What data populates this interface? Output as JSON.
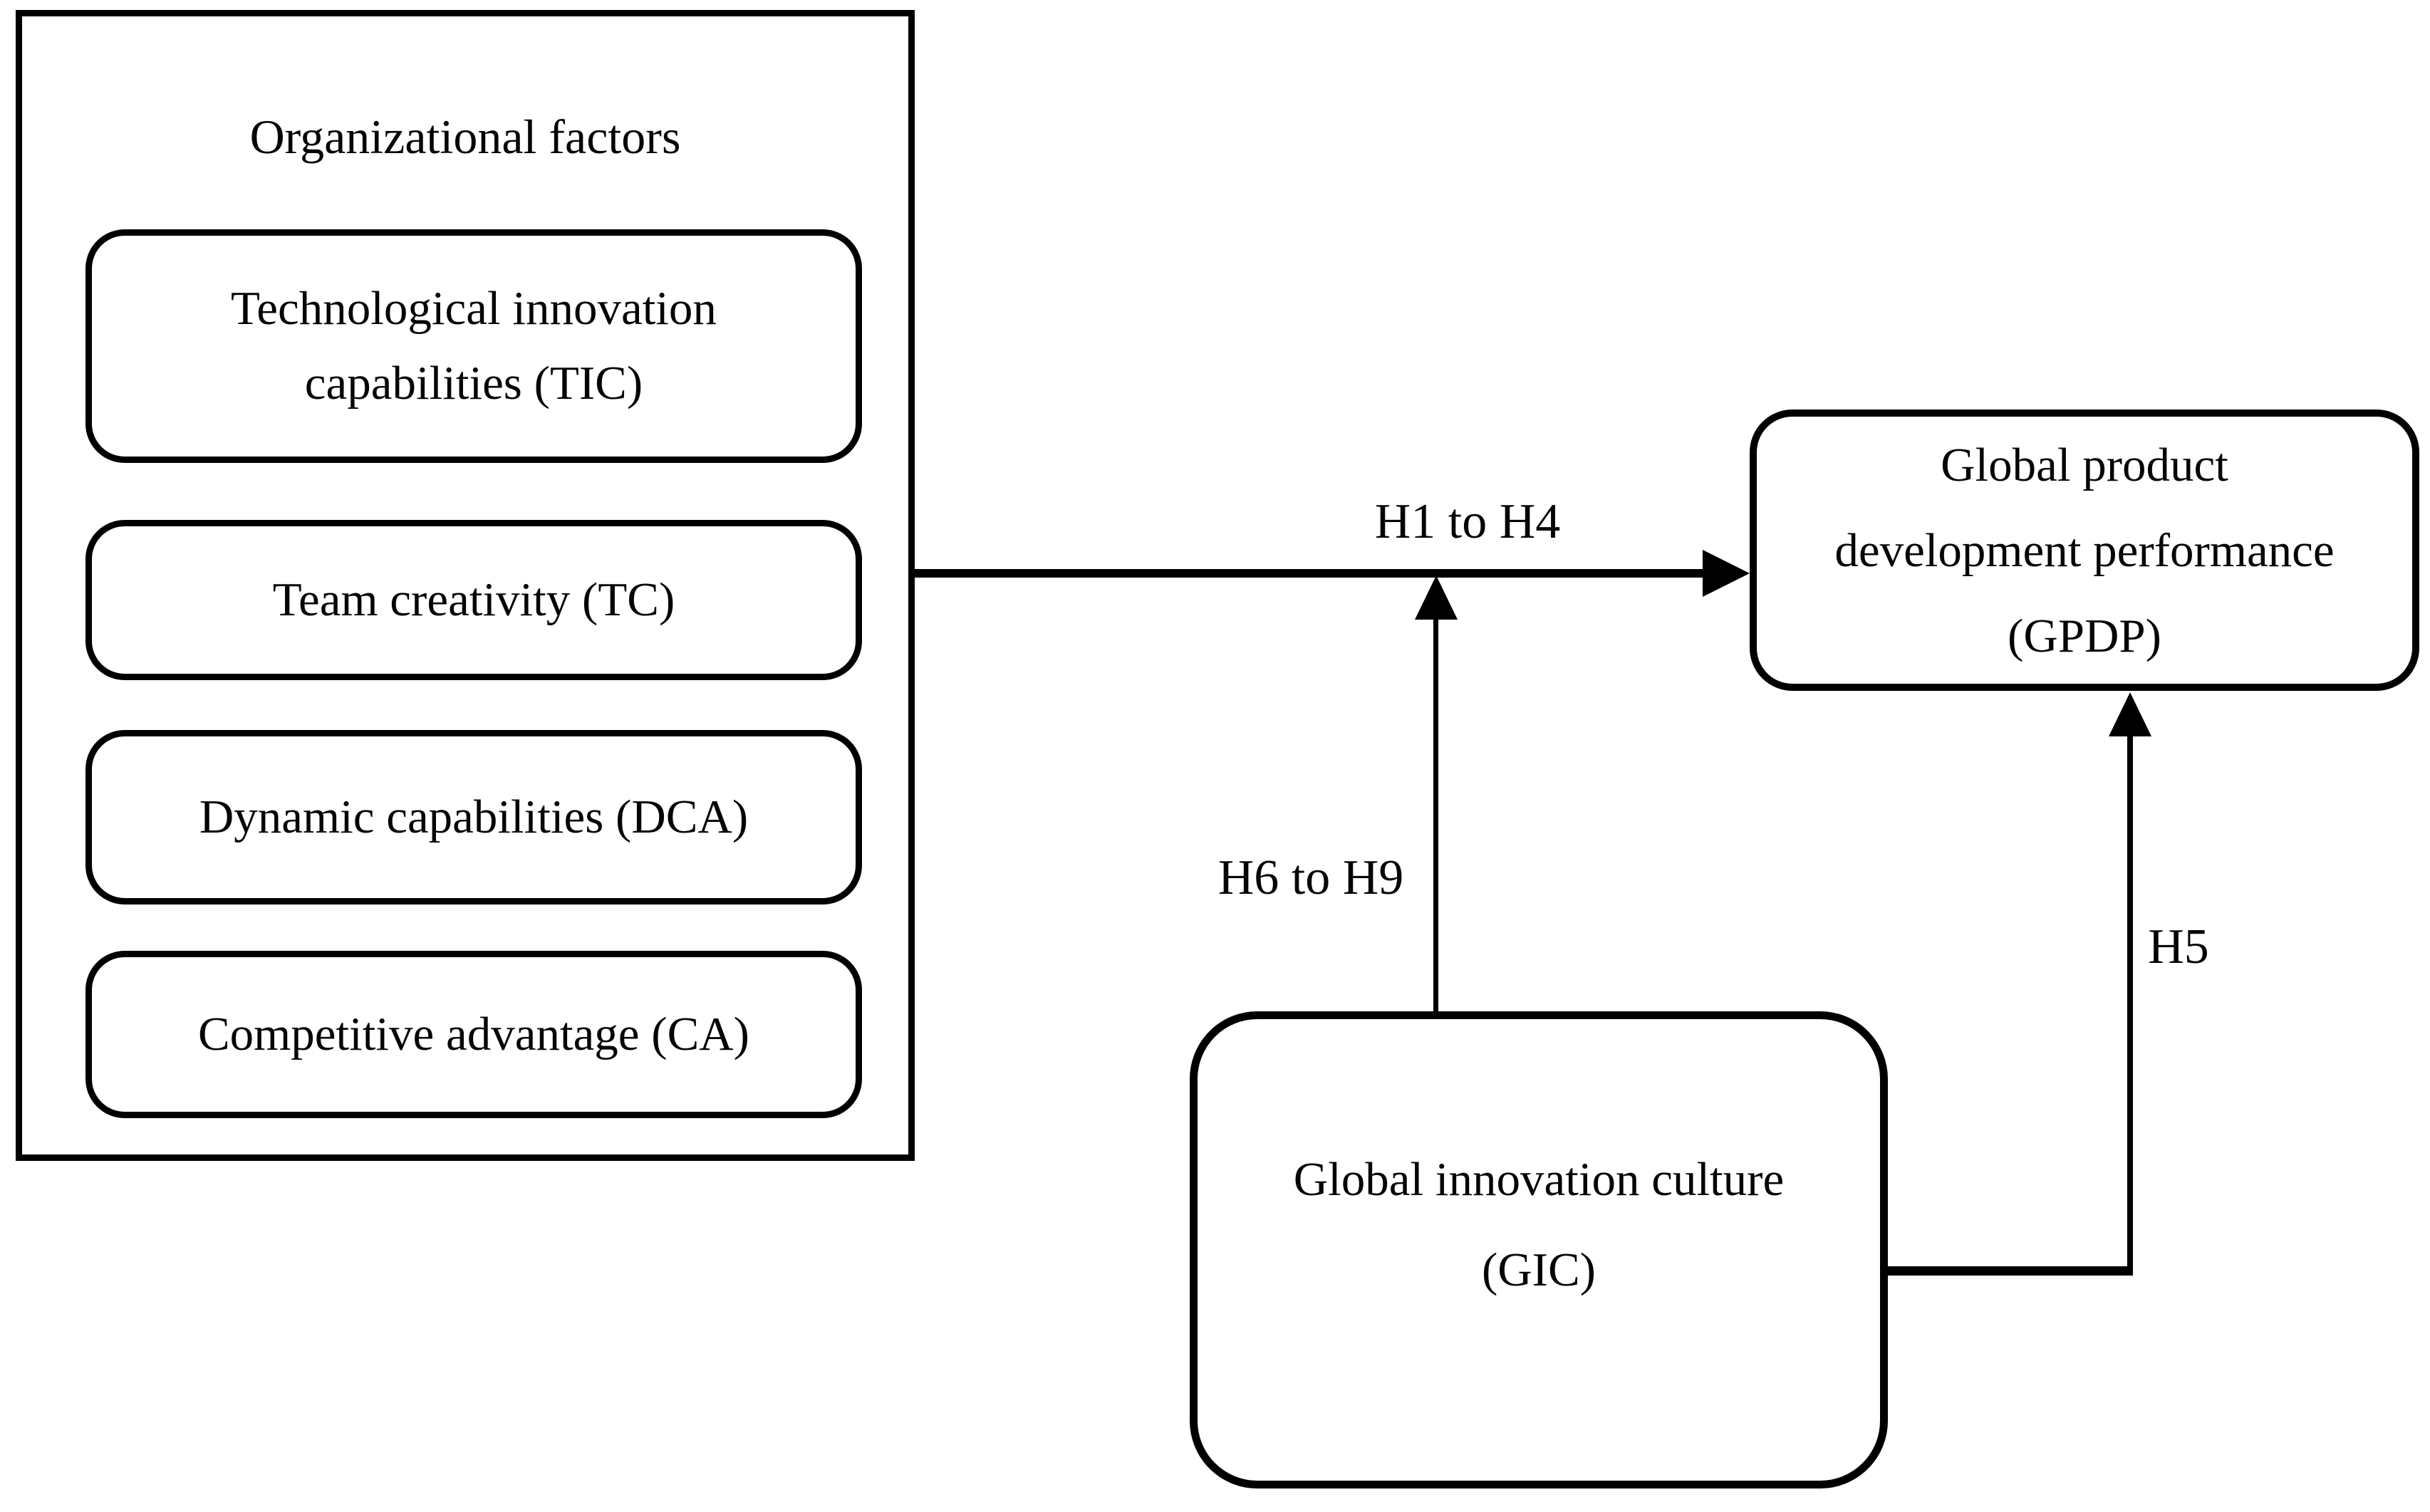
{
  "colors": {
    "ink": "#000000",
    "background": "#ffffff"
  },
  "organizational_factors": {
    "title": "Organizational factors",
    "boxes": [
      {
        "id": "tic",
        "lines": [
          "Technological innovation",
          "capabilities (TIC)"
        ]
      },
      {
        "id": "tc",
        "lines": [
          "Team creativity (TC)"
        ]
      },
      {
        "id": "dca",
        "lines": [
          "Dynamic capabilities (DCA)"
        ]
      },
      {
        "id": "ca",
        "lines": [
          "Competitive advantage (CA)"
        ]
      }
    ]
  },
  "gpdp": {
    "lines": [
      "Global product",
      "development performance",
      "(GPDP)"
    ]
  },
  "gic": {
    "lines": [
      "Global innovation culture",
      "(GIC)"
    ]
  },
  "arrows": {
    "h1_h4": {
      "label": "H1 to H4",
      "from": "organizational-factors",
      "to": "gpdp"
    },
    "h6_h9": {
      "label": "H6 to H9",
      "from": "gic",
      "to": "h1-h4-arrow"
    },
    "h5": {
      "label": "H5",
      "from": "gic",
      "to": "gpdp"
    }
  }
}
